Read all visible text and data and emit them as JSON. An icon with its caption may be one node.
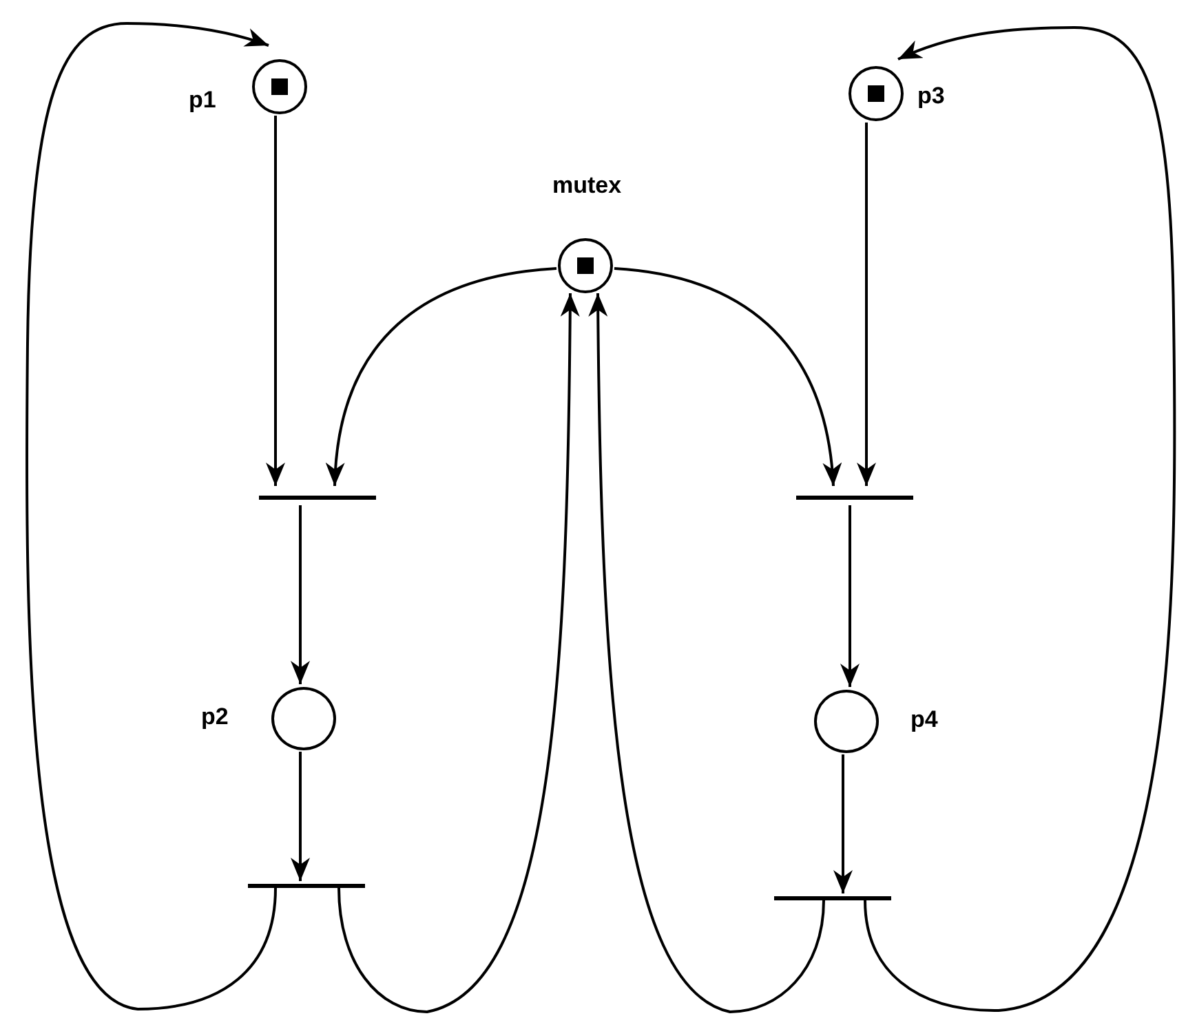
{
  "diagram": {
    "nodes": [
      {
        "text": [],
        "shape": "circle",
        "beside": [
          "p1"
        ]
      },
      {
        "text": [],
        "shape": "dot",
        "in": 0
      },
      {
        "text": [],
        "shape": "circle",
        "beside": [
          "p3"
        ]
      },
      {
        "text": [],
        "shape": "dot",
        "in": 2
      },
      {
        "text": [],
        "shape": "circle",
        "beside": [
          "mutex"
        ]
      },
      {
        "text": [],
        "shape": "dot",
        "in": 4
      },
      {
        "text": [],
        "shape": "bar"
      },
      {
        "text": [],
        "shape": "bar"
      },
      {
        "text": [],
        "shape": "circle",
        "beside": [
          "p2"
        ]
      },
      {
        "text": [],
        "shape": "circle",
        "beside": [
          "p4"
        ]
      },
      {
        "text": [],
        "shape": "bar"
      },
      {
        "text": [],
        "shape": "bar"
      }
    ],
    "edges": [
      {
        "from": 10,
        "to": 0,
        "arrow": "to"
      },
      {
        "from": 11,
        "to": 2,
        "arrow": "to"
      },
      {
        "from": 10,
        "to": 4,
        "arrow": "to"
      },
      {
        "from": 11,
        "to": 4,
        "arrow": "to"
      },
      {
        "from": 4,
        "to": 6,
        "arrow": "to"
      },
      {
        "from": 4,
        "to": 7,
        "arrow": "to"
      },
      {
        "from": 0,
        "to": 6,
        "arrow": "to"
      },
      {
        "from": 2,
        "to": 7,
        "arrow": "to"
      },
      {
        "from": 6,
        "to": 8,
        "arrow": "to"
      },
      {
        "from": 7,
        "to": 9,
        "arrow": "to"
      },
      {
        "from": 8,
        "to": 10,
        "arrow": "to"
      },
      {
        "from": 9,
        "to": 11,
        "arrow": "to"
      }
    ]
  }
}
